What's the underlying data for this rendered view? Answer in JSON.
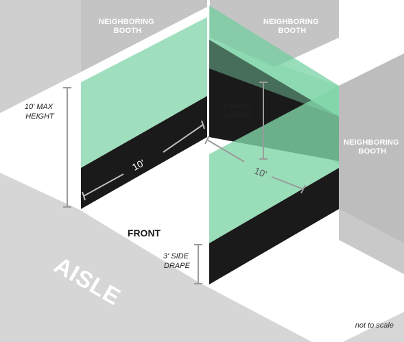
{
  "labels": {
    "neighbor_left": [
      "NEIGHBORING",
      "BOOTH"
    ],
    "neighbor_back": [
      "NEIGHBORING",
      "BOOTH"
    ],
    "neighbor_right": [
      "NEIGHBORING",
      "BOOTH"
    ],
    "max_height": [
      "10' MAX",
      "HEIGHT"
    ],
    "back_drape": [
      "8' BACK",
      "DRAPE"
    ],
    "side_drape": [
      "3' SIDE",
      "DRAPE"
    ],
    "width_dim": "10'",
    "depth_dim": "10'",
    "front": "FRONT",
    "aisle": "AISLE",
    "note": "not to scale"
  },
  "colors": {
    "neighbor": "#c4c4c4",
    "aisle": "#d6d6d6",
    "drape": "#1a1a1a",
    "wall": "#6fcf9e",
    "dim_line": "#9a9a9a"
  }
}
